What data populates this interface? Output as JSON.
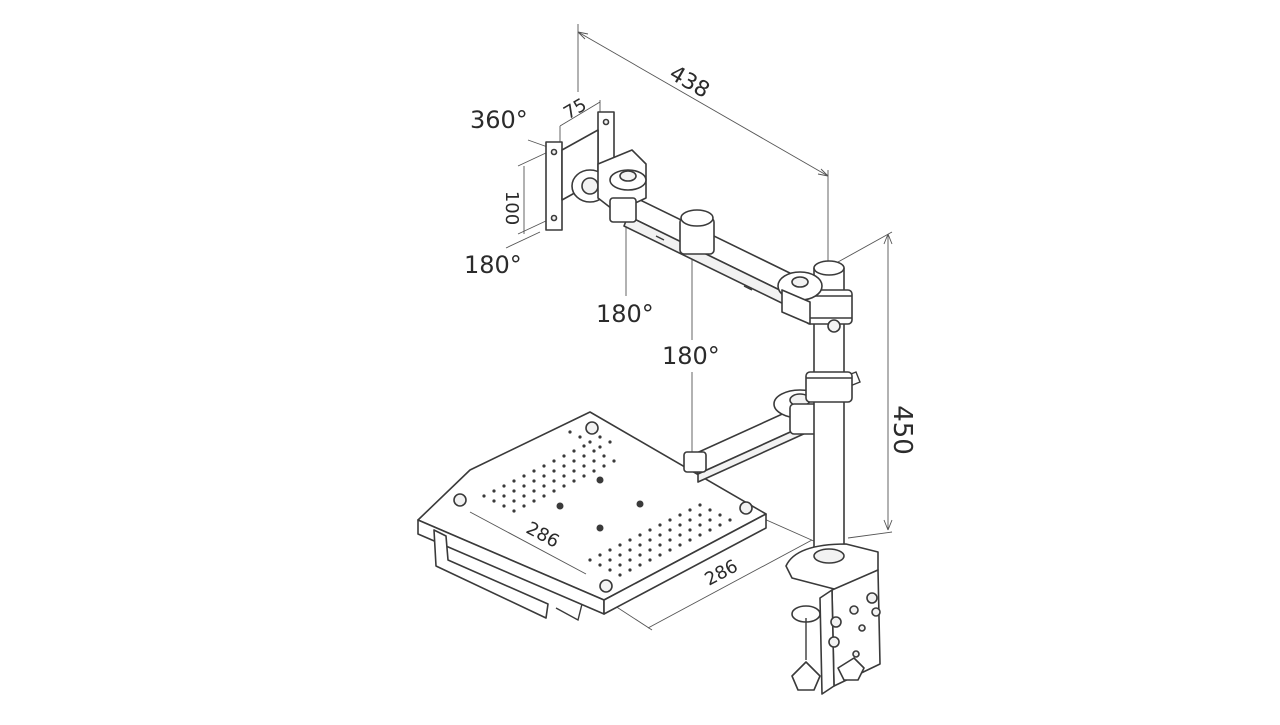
{
  "labels": {
    "rotation_head": "360°",
    "tilt_head": "180°",
    "swivel_joint_1": "180°",
    "swivel_joint_2": "180°"
  },
  "dimensions": {
    "vesa_horizontal": "75",
    "vesa_vertical": "100",
    "arm_reach": "438",
    "pole_height": "450",
    "tray_depth": "286",
    "tray_width": "286"
  }
}
